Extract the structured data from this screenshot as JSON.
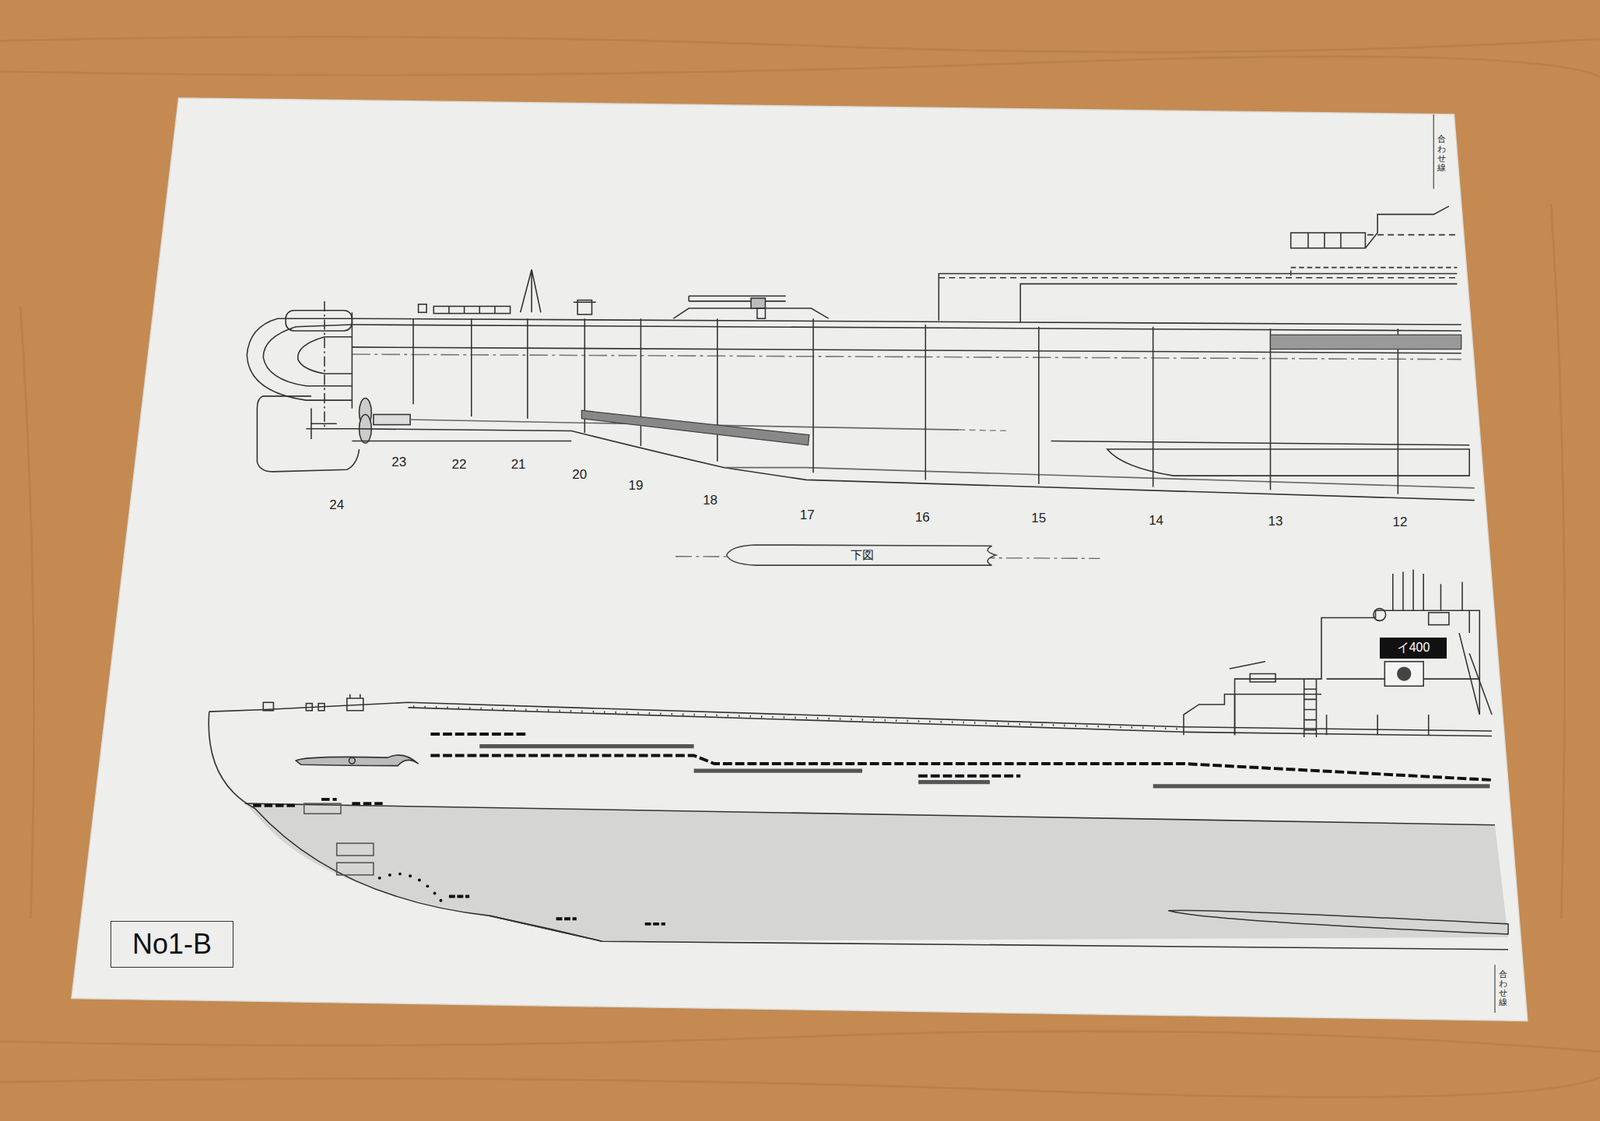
{
  "diagram": {
    "nodes": [
      {
        "text": [
          "下図"
        ]
      },
      {
        "text": [
          "イ400"
        ]
      },
      {
        "text": [
          "No1-B"
        ]
      }
    ],
    "labels": [
      "合わせ線",
      "24",
      "23",
      "22",
      "21",
      "20",
      "19",
      "18",
      "17",
      "16",
      "15",
      "14",
      "13",
      "12",
      "合わせ線"
    ]
  }
}
